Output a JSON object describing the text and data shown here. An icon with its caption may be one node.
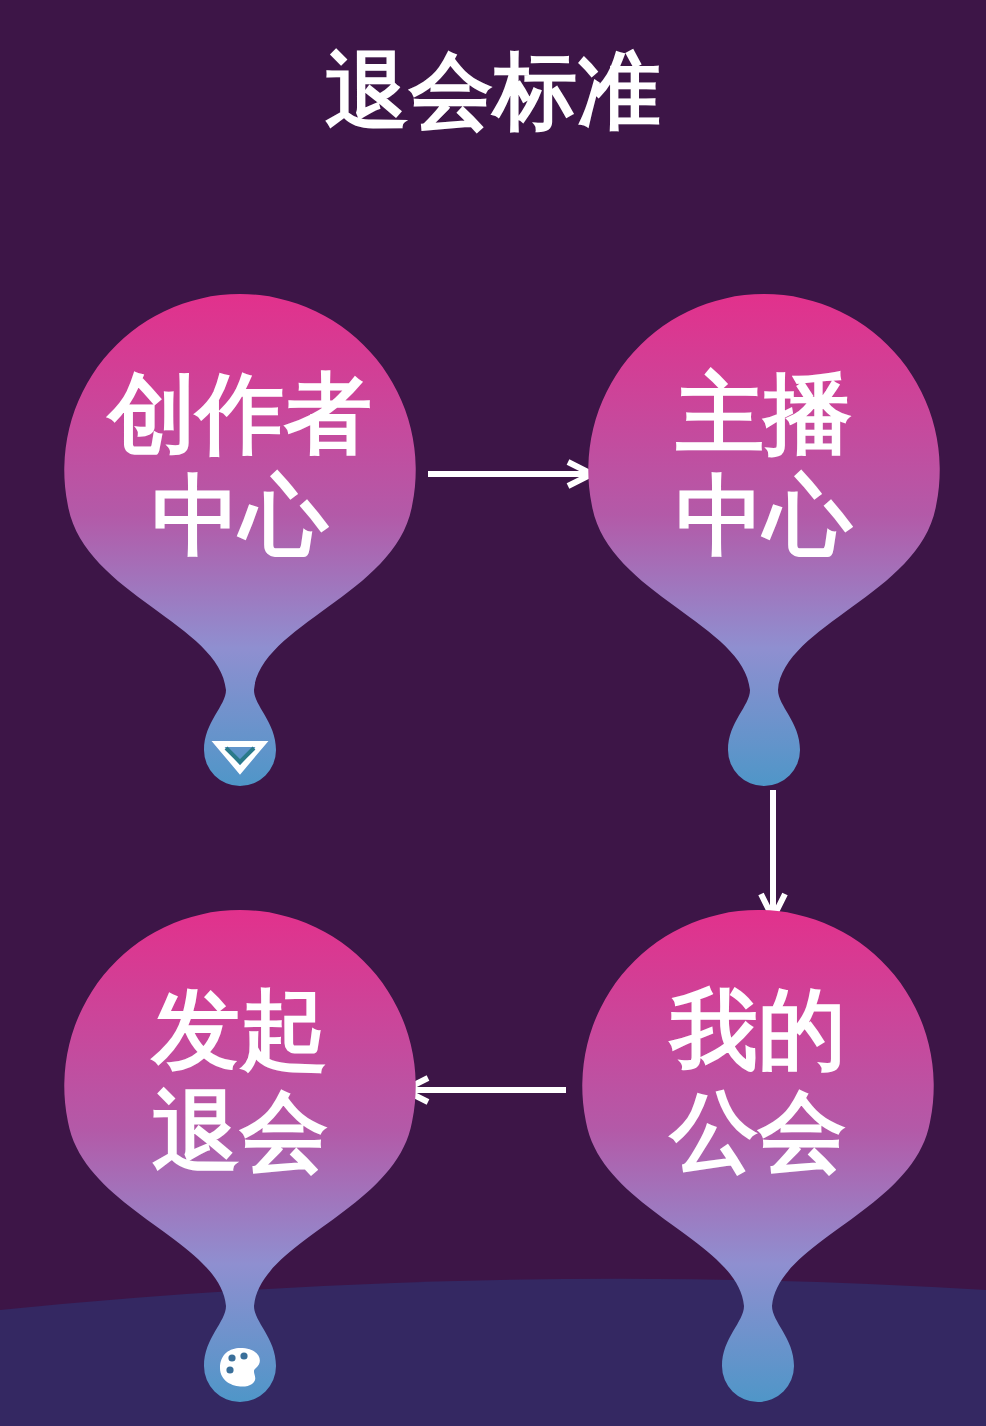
{
  "diagram": {
    "title": "退会标准",
    "nodes": [
      {
        "text": [
          "创作者中心"
        ]
      },
      {
        "text": [
          "主播中心"
        ]
      },
      {
        "text": [
          "我的公会"
        ]
      },
      {
        "text": [
          "发起退会"
        ]
      }
    ],
    "edges": [
      {
        "from": 0,
        "to": 1,
        "arrow": "to"
      },
      {
        "from": 1,
        "to": 2,
        "arrow": "to"
      },
      {
        "from": 2,
        "to": 3,
        "arrow": "to"
      }
    ]
  }
}
